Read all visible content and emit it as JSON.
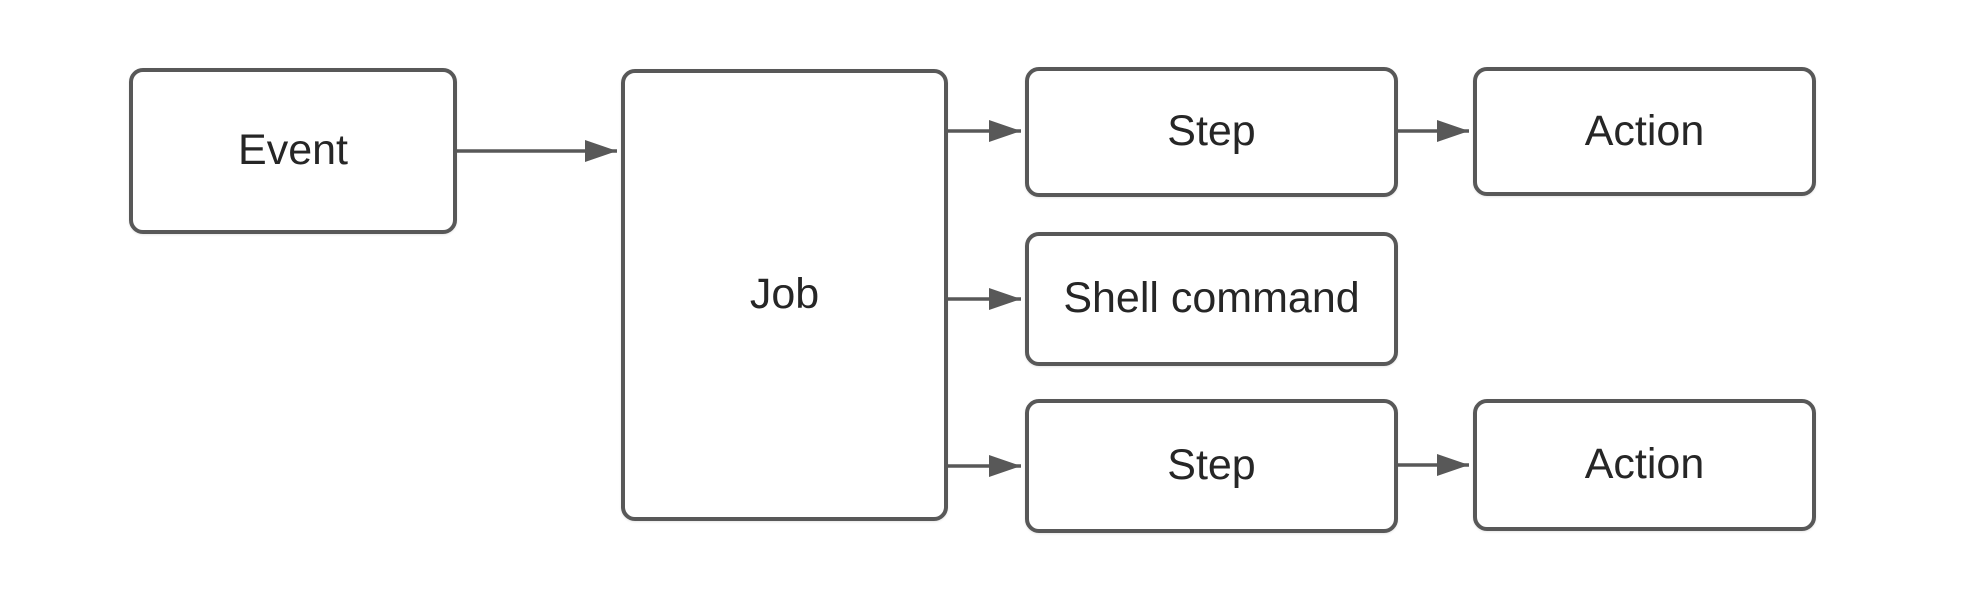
{
  "diagram": {
    "colors": {
      "stroke": "#585858",
      "text": "#262626",
      "canvas": "#ffffff",
      "node_fill": "#ffffff"
    },
    "nodes": [
      {
        "id": "event",
        "label": "Event"
      },
      {
        "id": "job",
        "label": "Job"
      },
      {
        "id": "step-1",
        "label": "Step"
      },
      {
        "id": "action-1",
        "label": "Action"
      },
      {
        "id": "shell-command",
        "label": "Shell command"
      },
      {
        "id": "step-2",
        "label": "Step"
      },
      {
        "id": "action-2",
        "label": "Action"
      }
    ],
    "edges": [
      {
        "from": "event",
        "to": "job"
      },
      {
        "from": "job",
        "to": "step-1"
      },
      {
        "from": "step-1",
        "to": "action-1"
      },
      {
        "from": "job",
        "to": "shell-command"
      },
      {
        "from": "job",
        "to": "step-2"
      },
      {
        "from": "step-2",
        "to": "action-2"
      }
    ]
  }
}
